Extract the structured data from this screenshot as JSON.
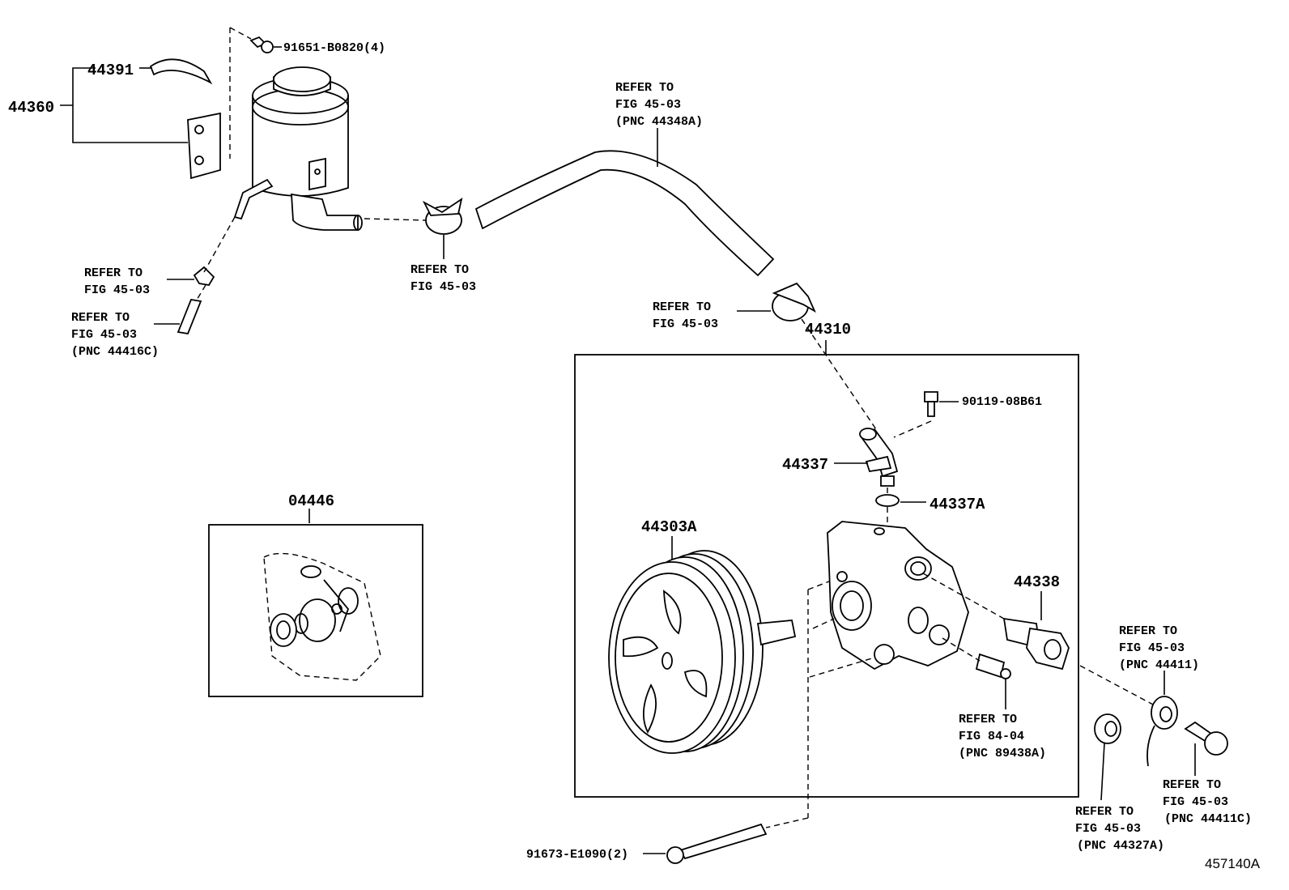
{
  "figure_id": "457140A",
  "parts": {
    "p44360": "44360",
    "p44391": "44391",
    "p91651": "91651-B0820(4)",
    "p04446": "04446",
    "p44310": "44310",
    "p90119": "90119-08B61",
    "p44337": "44337",
    "p44337A": "44337A",
    "p44303A": "44303A",
    "p44338": "44338",
    "p91673": "91673-E1090(2)"
  },
  "refs": {
    "hose_upper": [
      "REFER TO",
      "FIG 45-03",
      "(PNC 44348A)"
    ],
    "clamp_mid": [
      "REFER TO",
      "FIG 45-03"
    ],
    "clamp_left": [
      "REFER TO",
      "FIG 45-03"
    ],
    "hose_left": [
      "REFER TO",
      "FIG 45-03",
      "(PNC 44416C)"
    ],
    "clamp_right": [
      "REFER TO",
      "FIG 45-03"
    ],
    "sensor": [
      "REFER TO",
      "FIG 84-04",
      "(PNC 89438A)"
    ],
    "union_44411": [
      "REFER TO",
      "FIG 45-03",
      "(PNC 44411)"
    ],
    "gasket_44327A": [
      "REFER TO",
      "FIG 45-03",
      "(PNC 44327A)"
    ],
    "bolt_44411C": [
      "REFER TO",
      "FIG 45-03",
      "(PNC 44411C)"
    ]
  }
}
